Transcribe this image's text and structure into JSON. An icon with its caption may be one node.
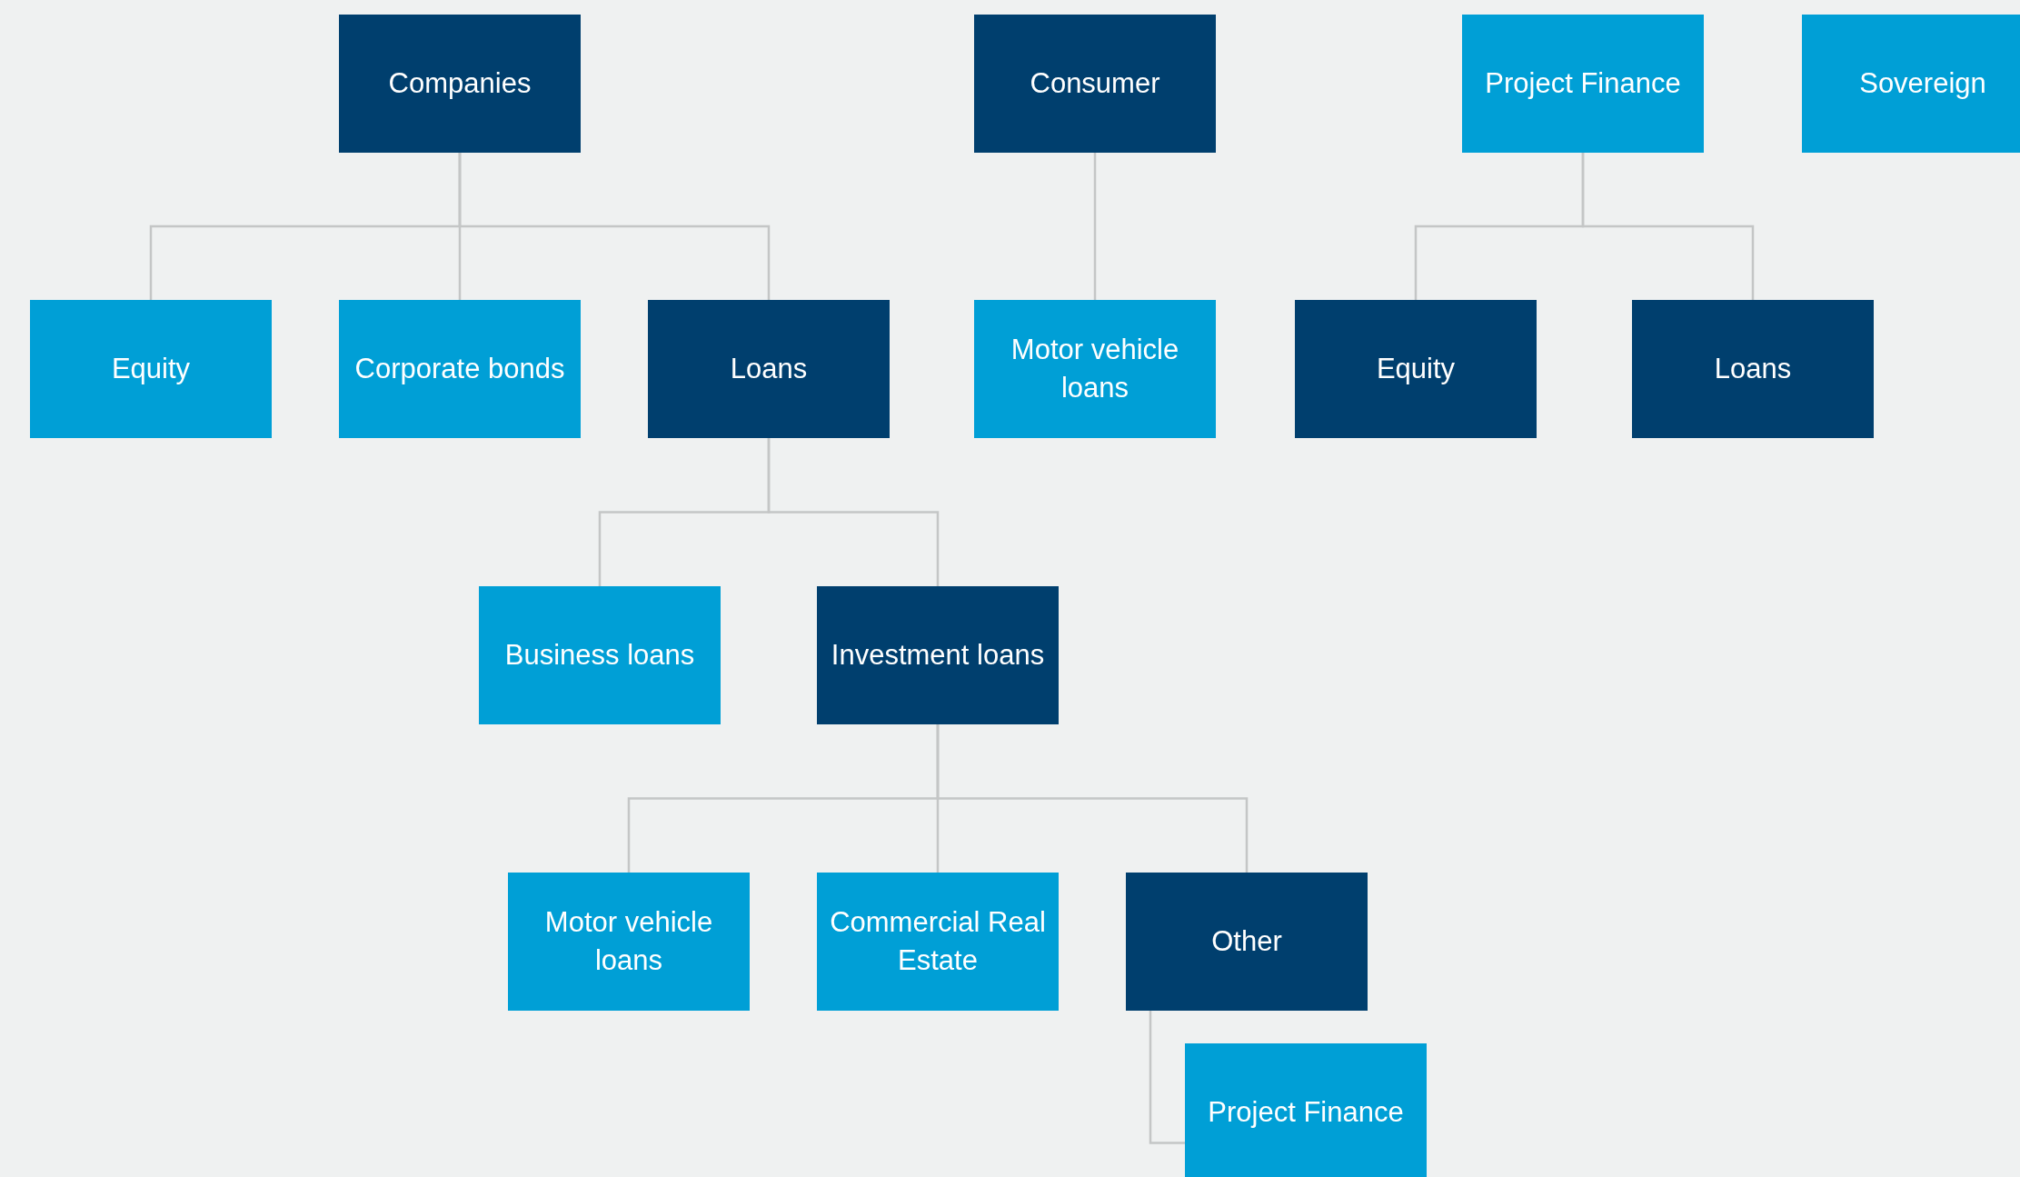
{
  "diagram": {
    "nodes": [
      {
        "text": [
          "Companies"
        ]
      },
      {
        "text": [
          "Consumer"
        ]
      },
      {
        "text": [
          "Project Finance"
        ]
      },
      {
        "text": [
          "Sovereign"
        ]
      },
      {
        "text": [
          "Equity"
        ]
      },
      {
        "text": [
          "Corporate bonds"
        ]
      },
      {
        "text": [
          "Loans"
        ]
      },
      {
        "text": [
          "Motor vehicle loans"
        ]
      },
      {
        "text": [
          "Equity"
        ]
      },
      {
        "text": [
          "Loans"
        ]
      },
      {
        "text": [
          "Business loans"
        ]
      },
      {
        "text": [
          "Investment loans"
        ]
      },
      {
        "text": [
          "Motor vehicle loans"
        ]
      },
      {
        "text": [
          "Commercial Real Estate"
        ]
      },
      {
        "text": [
          "Other"
        ]
      },
      {
        "text": [
          "Project Finance"
        ]
      }
    ],
    "edges": [
      {
        "from": 0,
        "to": 4,
        "arrow": "none"
      },
      {
        "from": 0,
        "to": 5,
        "arrow": "none"
      },
      {
        "from": 0,
        "to": 6,
        "arrow": "none"
      },
      {
        "from": 1,
        "to": 7,
        "arrow": "none"
      },
      {
        "from": 2,
        "to": 8,
        "arrow": "none"
      },
      {
        "from": 2,
        "to": 9,
        "arrow": "none"
      },
      {
        "from": 6,
        "to": 10,
        "arrow": "none"
      },
      {
        "from": 6,
        "to": 11,
        "arrow": "none"
      },
      {
        "from": 11,
        "to": 12,
        "arrow": "none"
      },
      {
        "from": 11,
        "to": 13,
        "arrow": "none"
      },
      {
        "from": 11,
        "to": 14,
        "arrow": "none"
      },
      {
        "from": 14,
        "to": 15,
        "arrow": "none"
      }
    ]
  }
}
